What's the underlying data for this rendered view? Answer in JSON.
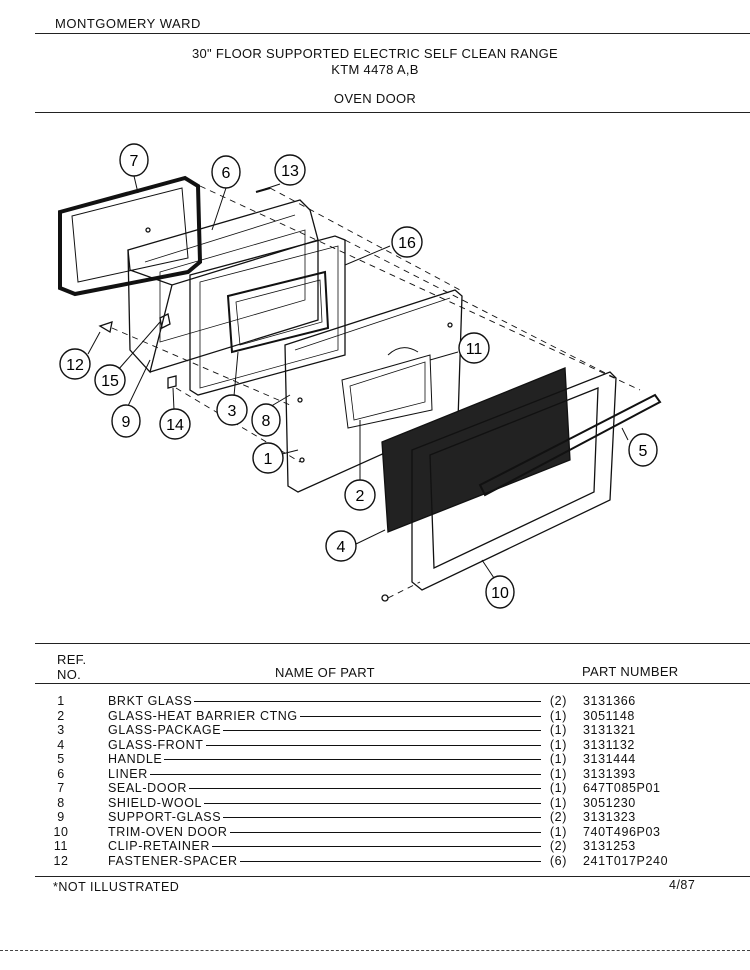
{
  "header": {
    "brand": "MONTGOMERY WARD",
    "title_line1": "30\" FLOOR SUPPORTED ELECTRIC SELF CLEAN RANGE",
    "title_line2": "KTM 4478 A,B",
    "section": "OVEN DOOR"
  },
  "diagram": {
    "callouts": [
      "7",
      "6",
      "13",
      "16",
      "11",
      "12",
      "15",
      "9",
      "14",
      "3",
      "8",
      "1",
      "5",
      "2",
      "4",
      "10"
    ]
  },
  "table": {
    "col_ref_line1": "REF.",
    "col_ref_line2": "NO.",
    "col_name": "NAME OF PART",
    "col_part": "PART NUMBER",
    "rows": [
      {
        "ref": "1",
        "name": "BRKT GLASS",
        "qty": "(2)",
        "part": "3131366"
      },
      {
        "ref": "2",
        "name": "GLASS-HEAT BARRIER CTNG",
        "qty": "(1)",
        "part": "3051148"
      },
      {
        "ref": "3",
        "name": "GLASS-PACKAGE",
        "qty": "(1)",
        "part": "3131321"
      },
      {
        "ref": "4",
        "name": "GLASS-FRONT",
        "qty": "(1)",
        "part": "3131132"
      },
      {
        "ref": "5",
        "name": "HANDLE",
        "qty": "(1)",
        "part": "3131444"
      },
      {
        "ref": "6",
        "name": "LINER",
        "qty": "(1)",
        "part": "3131393"
      },
      {
        "ref": "7",
        "name": "SEAL-DOOR",
        "qty": "(1)",
        "part": "647T085P01"
      },
      {
        "ref": "8",
        "name": "SHIELD-WOOL",
        "qty": "(1)",
        "part": "3051230"
      },
      {
        "ref": "9",
        "name": "SUPPORT-GLASS",
        "qty": "(2)",
        "part": "3131323"
      },
      {
        "ref": "10",
        "name": "TRIM-OVEN DOOR",
        "qty": "(1)",
        "part": "740T496P03"
      },
      {
        "ref": "11",
        "name": "CLIP-RETAINER",
        "qty": "(2)",
        "part": "3131253"
      },
      {
        "ref": "12",
        "name": "FASTENER-SPACER",
        "qty": "(6)",
        "part": "241T017P240"
      }
    ]
  },
  "footer": {
    "note": "*NOT ILLUSTRATED",
    "date": "4/87"
  }
}
